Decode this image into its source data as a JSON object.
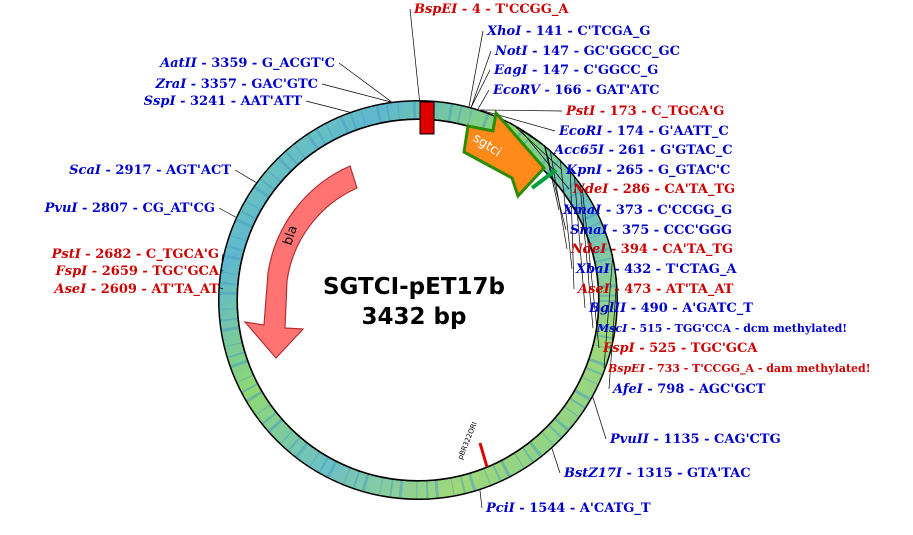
{
  "plasmid": {
    "name": "SGTCI-pET17b",
    "size_label": "3432 bp",
    "length_bp": 3432
  },
  "colors": {
    "site_single": "#cc0000",
    "site_multi": "#0000cc",
    "backbone_fill": "#9fd8b8",
    "feature_arrow": "#ff7070",
    "sgtci_arrow": "#ff8800",
    "sgtci_border": "#2e8b00",
    "ori_marker": "#ff0000",
    "t7_marker": "#00b050"
  },
  "features": [
    {
      "id": "bla",
      "label": "bla",
      "type": "arrow",
      "color": "#ff7070"
    },
    {
      "id": "sgtci",
      "label": "sgtci",
      "type": "arrow",
      "color": "#ff8800"
    },
    {
      "id": "ori",
      "label": "pBR322ORI",
      "type": "marker",
      "color": "#ff0000"
    }
  ],
  "sites_right": [
    {
      "enzyme": "BspEI",
      "text": " - 4 - T'CCGG_A",
      "color": "red"
    },
    {
      "enzyme": "XhoI",
      "text": " - 141 - C'TCGA_G",
      "color": "blue"
    },
    {
      "enzyme": "NotI",
      "text": " - 147 - GC'GGCC_GC",
      "color": "blue"
    },
    {
      "enzyme": "EagI",
      "text": " - 147 - C'GGCC_G",
      "color": "blue"
    },
    {
      "enzyme": "EcoRV",
      "text": " - 166 - GAT'ATC",
      "color": "blue"
    },
    {
      "enzyme": "PstI",
      "text": " - 173 - C_TGCA'G",
      "color": "red"
    },
    {
      "enzyme": "EcoRI",
      "text": " - 174 - G'AATT_C",
      "color": "blue"
    },
    {
      "enzyme": "Acc65I",
      "text": " - 261 - G'GTAC_C",
      "color": "blue"
    },
    {
      "enzyme": "KpnI",
      "text": " - 265 - G_GTAC'C",
      "color": "blue"
    },
    {
      "enzyme": "NdeI",
      "text": " - 286 - CA'TA_TG",
      "color": "red"
    },
    {
      "enzyme": "XmaI",
      "text": " - 373 - C'CCGG_G",
      "color": "blue"
    },
    {
      "enzyme": "SmaI",
      "text": " - 375 - CCC'GGG",
      "color": "blue"
    },
    {
      "enzyme": "NdeI",
      "text": " - 394 - CA'TA_TG",
      "color": "red"
    },
    {
      "enzyme": "XbaI",
      "text": " - 432 - T'CTAG_A",
      "color": "blue"
    },
    {
      "enzyme": "AseI",
      "text": " - 473 - AT'TA_AT",
      "color": "red"
    },
    {
      "enzyme": "BglII",
      "text": " - 490 - A'GATC_T",
      "color": "blue"
    },
    {
      "enzyme": "MscI",
      "text": " - 515 - TGG'CCA - dcm methylated!",
      "color": "blue",
      "small": true
    },
    {
      "enzyme": "FspI",
      "text": " - 525 - TGC'GCA",
      "color": "red"
    },
    {
      "enzyme": "BspEI",
      "text": " - 733 - T'CCGG_A - dam methylated!",
      "color": "red",
      "small": true
    },
    {
      "enzyme": "AfeI",
      "text": " - 798 - AGC'GCT",
      "color": "blue"
    },
    {
      "enzyme": "PvuII",
      "text": " - 1135 - CAG'CTG",
      "color": "blue"
    },
    {
      "enzyme": "BstZ17I",
      "text": " - 1315 - GTA'TAC",
      "color": "blue"
    },
    {
      "enzyme": "PciI",
      "text": " - 1544 - A'CATG_T",
      "color": "blue"
    }
  ],
  "sites_left": [
    {
      "enzyme": "AatII",
      "text": " - 3359 - G_ACGT'C",
      "color": "blue"
    },
    {
      "enzyme": "ZraI",
      "text": " - 3357 - GAC'GTC",
      "color": "blue"
    },
    {
      "enzyme": "SspI",
      "text": " - 3241 - AAT'ATT",
      "color": "blue"
    },
    {
      "enzyme": "ScaI",
      "text": " - 2917 - AGT'ACT",
      "color": "blue"
    },
    {
      "enzyme": "PvuI",
      "text": " - 2807 - CG_AT'CG",
      "color": "blue"
    },
    {
      "enzyme": "PstI",
      "text": " - 2682 - C_TGCA'G",
      "color": "red"
    },
    {
      "enzyme": "FspI",
      "text": " - 2659 - TGC'GCA",
      "color": "red"
    },
    {
      "enzyme": "AseI",
      "text": " - 2609 - AT'TA_AT",
      "color": "red"
    }
  ]
}
